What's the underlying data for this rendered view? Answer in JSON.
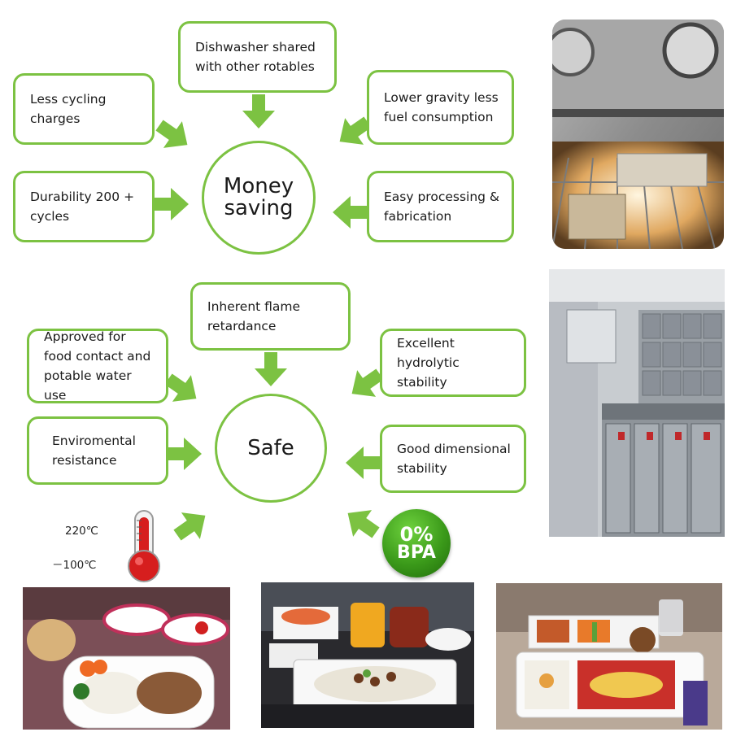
{
  "money": {
    "center": "Money\nsaving",
    "boxes": {
      "dishwasher": "Dishwasher shared\nwith other rotables",
      "cycling": "Less cycling\ncharges",
      "gravity": "Lower gravity  less\nfuel consumption",
      "durability": "Durability 200 +\ncycles",
      "processing": "Easy processing &\nfabrication"
    }
  },
  "safe": {
    "center": "Safe",
    "boxes": {
      "flame": "Inherent flame\nretardance",
      "food": "Approved for\nfood contact and\npotable water use",
      "hydrolytic": "Excellent hydrolytic\nstability",
      "environmental": "Enviromental\nresistance",
      "dimensional": "Good dimensional\nstability"
    }
  },
  "temperature": {
    "high": "220℃",
    "low": "－100℃"
  },
  "bpa_badge": {
    "percent": "0%",
    "label": "BPA"
  },
  "colors": {
    "accent_green": "#7cc242",
    "badge_green": "#3b9a1a",
    "thermometer_red": "#d61e1e"
  }
}
